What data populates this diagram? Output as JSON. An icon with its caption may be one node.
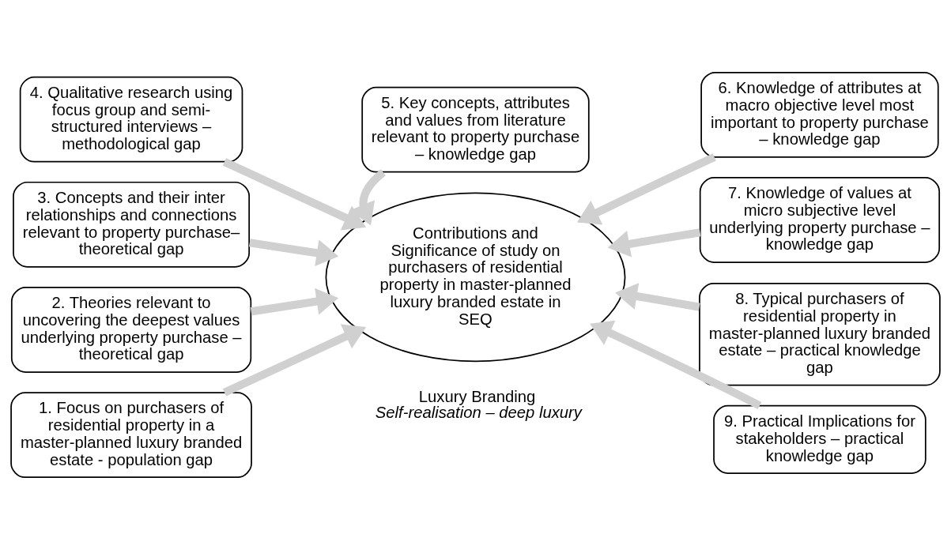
{
  "diagram": {
    "nodes": [
      {
        "text": [
          "4. Qualitative research using focus group and semi-structured interviews – methodological gap"
        ]
      },
      {
        "text": [
          "5. Key concepts, attributes and values from literature relevant to property purchase – knowledge gap"
        ]
      },
      {
        "text": [
          "6. Knowledge of attributes at macro objective level most important to property purchase – knowledge gap"
        ]
      },
      {
        "text": [
          "3. Concepts and their inter relationships and connections relevant to property purchase– theoretical gap"
        ]
      },
      {
        "text": [
          "7. Knowledge of values at micro subjective level underlying property purchase – knowledge gap"
        ]
      },
      {
        "text": [
          "2. Theories relevant to uncovering the deepest values underlying property purchase – theoretical gap"
        ]
      },
      {
        "text": [
          "Contributions and Significance of study on purchasers of residential property in master-planned luxury branded estate in SEQ"
        ],
        "beside": [
          "Luxury Branding",
          "Self-realisation – deep luxury"
        ]
      },
      {
        "text": [
          "8. Typical purchasers of residential property in master-planned luxury branded estate – practical knowledge gap"
        ]
      },
      {
        "text": [
          "1. Focus on purchasers of residential property in a master-planned luxury branded estate - population gap"
        ]
      },
      {
        "text": [
          "9. Practical Implications for stakeholders – practical knowledge gap"
        ]
      }
    ],
    "edges": [
      {
        "from": 0,
        "to": 6,
        "arrow": "to"
      },
      {
        "from": 1,
        "to": 6,
        "arrow": "to"
      },
      {
        "from": 2,
        "to": 6,
        "arrow": "to"
      },
      {
        "from": 3,
        "to": 6,
        "arrow": "to"
      },
      {
        "from": 4,
        "to": 6,
        "arrow": "to"
      },
      {
        "from": 5,
        "to": 6,
        "arrow": "to"
      },
      {
        "from": 7,
        "to": 6,
        "arrow": "to"
      },
      {
        "from": 8,
        "to": 6,
        "arrow": "to"
      },
      {
        "from": 9,
        "to": 6,
        "arrow": "to"
      }
    ]
  }
}
